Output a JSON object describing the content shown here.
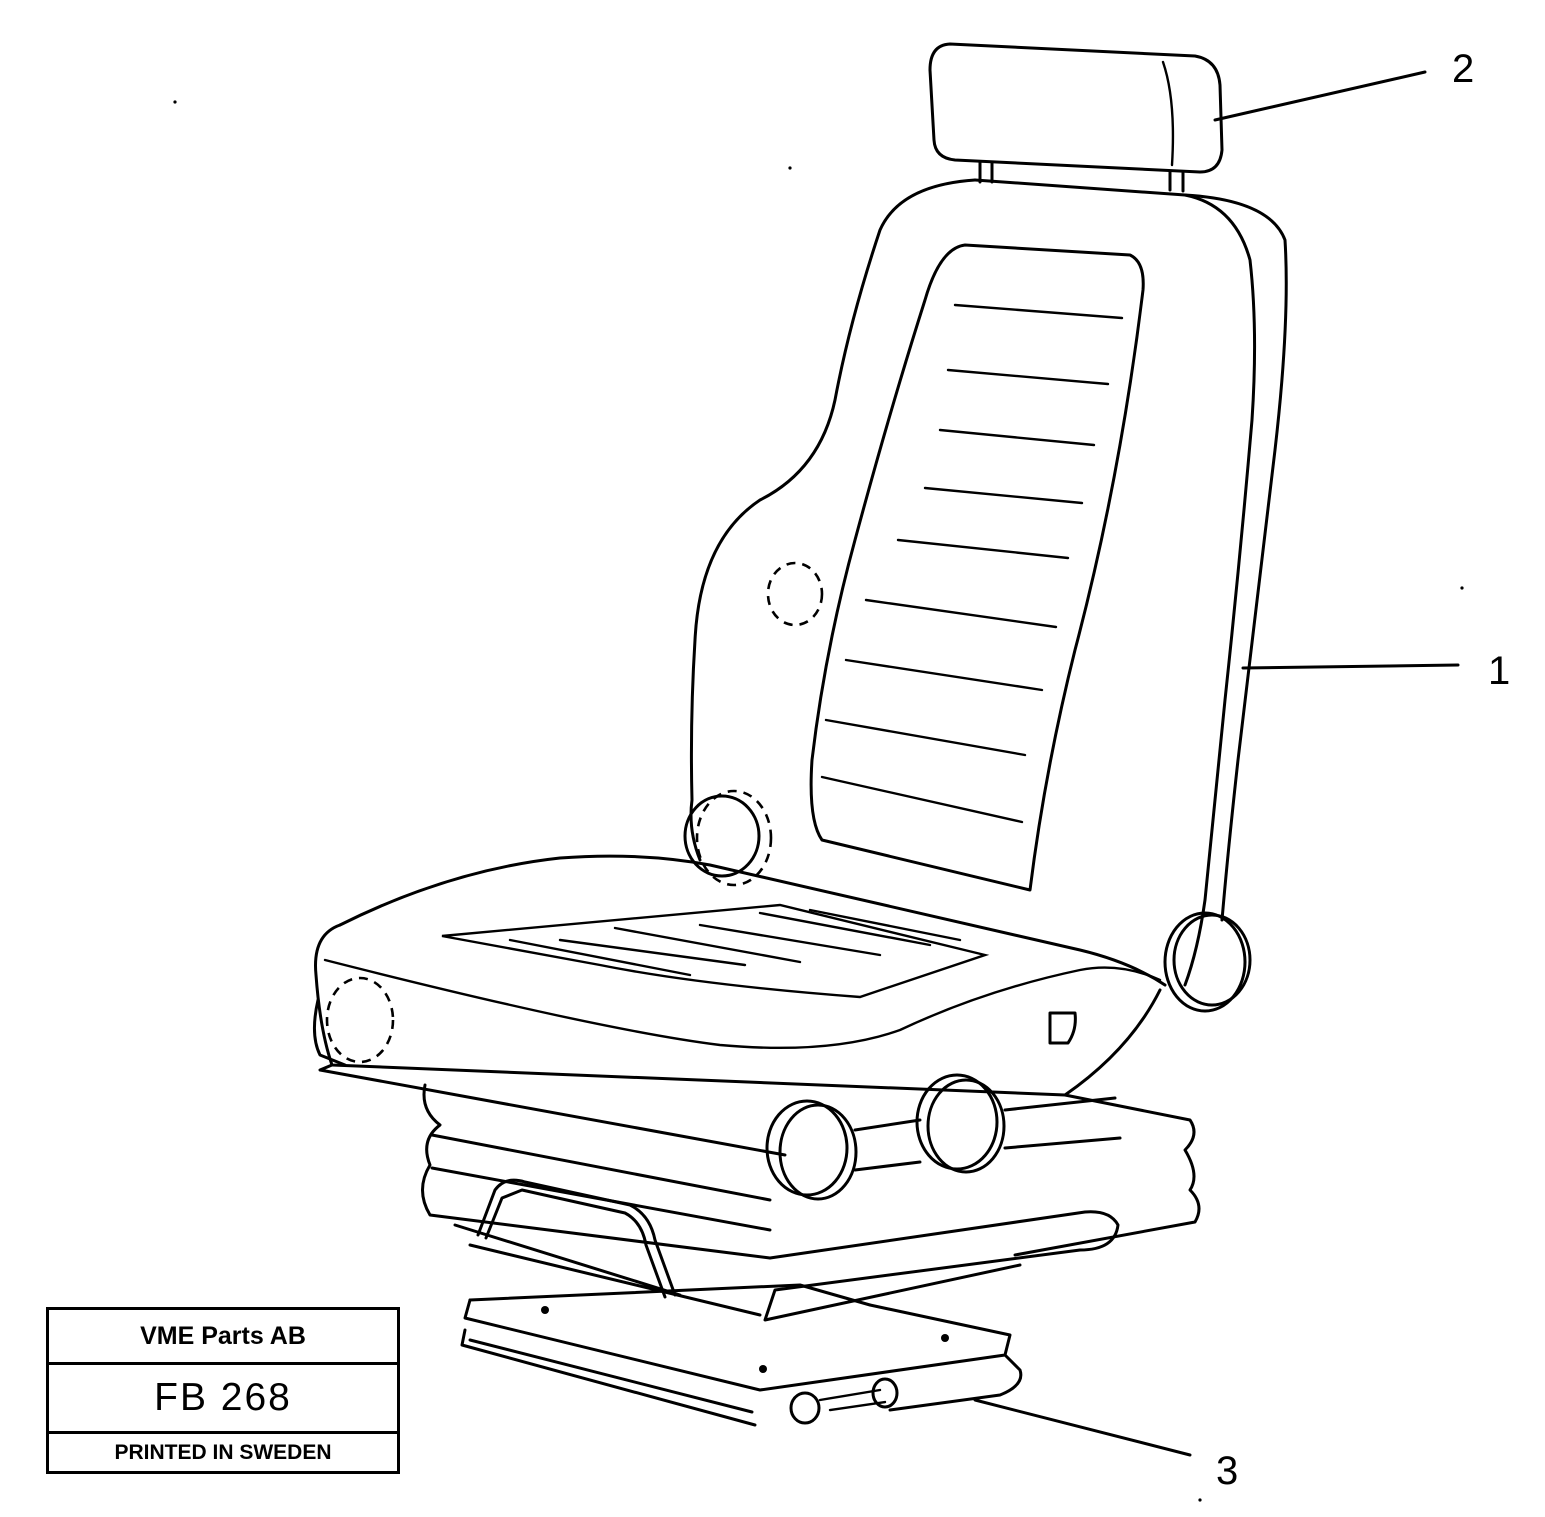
{
  "callouts": {
    "c1": "1",
    "c2": "2",
    "c3": "3"
  },
  "title_block": {
    "company": "VME Parts AB",
    "code": "FB 268",
    "printed": "PRINTED IN SWEDEN"
  }
}
